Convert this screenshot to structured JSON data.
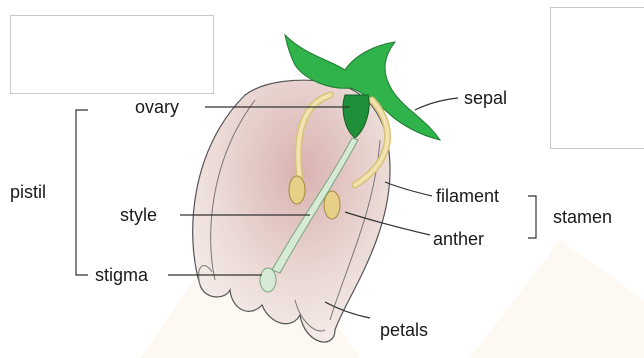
{
  "labels": {
    "ovary": "ovary",
    "sepal": "sepal",
    "pistil": "pistil",
    "style": "style",
    "filament": "filament",
    "stamen": "stamen",
    "anther": "anther",
    "stigma": "stigma",
    "petals": "petals"
  },
  "colors": {
    "sepal": "#2fb34a",
    "ovary": "#1f8f3a",
    "petal_fill": "#e9d6d3",
    "stamen": "#ead79a",
    "pistil_stalk": "#cfe6cf",
    "line": "#333333"
  }
}
